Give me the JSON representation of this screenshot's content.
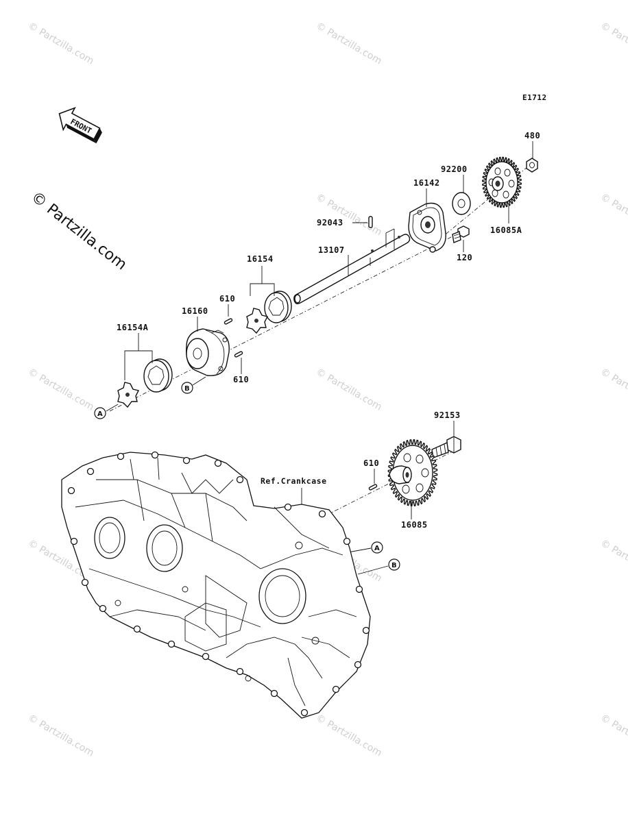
{
  "diagram_code": "E1712",
  "front_label": "FRONT",
  "ref_label": "Ref.Crankcase",
  "watermark_text": "© Partzilla.com",
  "parts": {
    "p480": "480",
    "p92200": "92200",
    "p16142": "16142",
    "p16085A": "16085A",
    "p92043": "92043",
    "p13107": "13107",
    "p120": "120",
    "p16154": "16154",
    "p610a": "610",
    "p16160": "16160",
    "p610b": "610",
    "p16154A": "16154A",
    "p92153": "92153",
    "p610c": "610",
    "p16085": "16085"
  },
  "callouts": {
    "a": "A",
    "b": "B"
  }
}
